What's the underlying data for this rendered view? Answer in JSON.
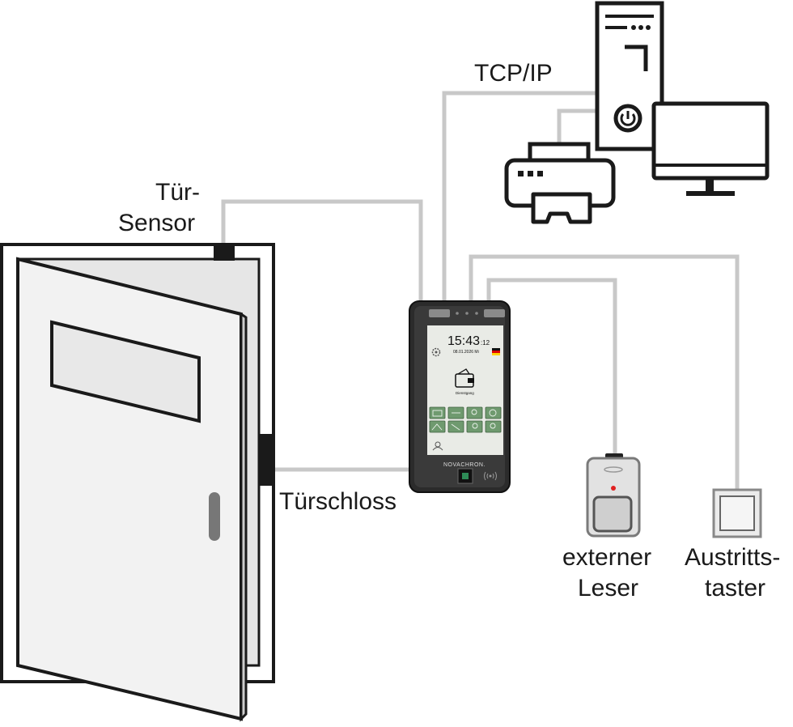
{
  "labels": {
    "tcp_ip": "TCP/IP",
    "door_sensor_line1": "Tür-",
    "door_sensor_line2": "Sensor",
    "door_lock": "Türschloss",
    "external_reader_line1": "externer",
    "external_reader_line2": "Leser",
    "exit_button_line1": "Austritts-",
    "exit_button_line2": "taster"
  },
  "terminal": {
    "time": "15:43",
    "seconds": ":12",
    "date": "08.01.2026 Mi",
    "action_label": "Dienstgang",
    "brand": "NOVACHRON."
  },
  "icons": {
    "computer_tower": "computer-tower-icon",
    "monitor": "monitor-icon",
    "printer": "printer-icon",
    "power": "power-icon",
    "flag": "german-flag-icon",
    "rfid": "rfid-icon"
  },
  "colors": {
    "cable": "#c8c8c8",
    "outline": "#1a1a1a",
    "door_fill": "#f2f2f2",
    "frame_fill": "#e6e6e6",
    "screen_icon_green": "#6f9a6f",
    "reader_led": "#e02020"
  }
}
